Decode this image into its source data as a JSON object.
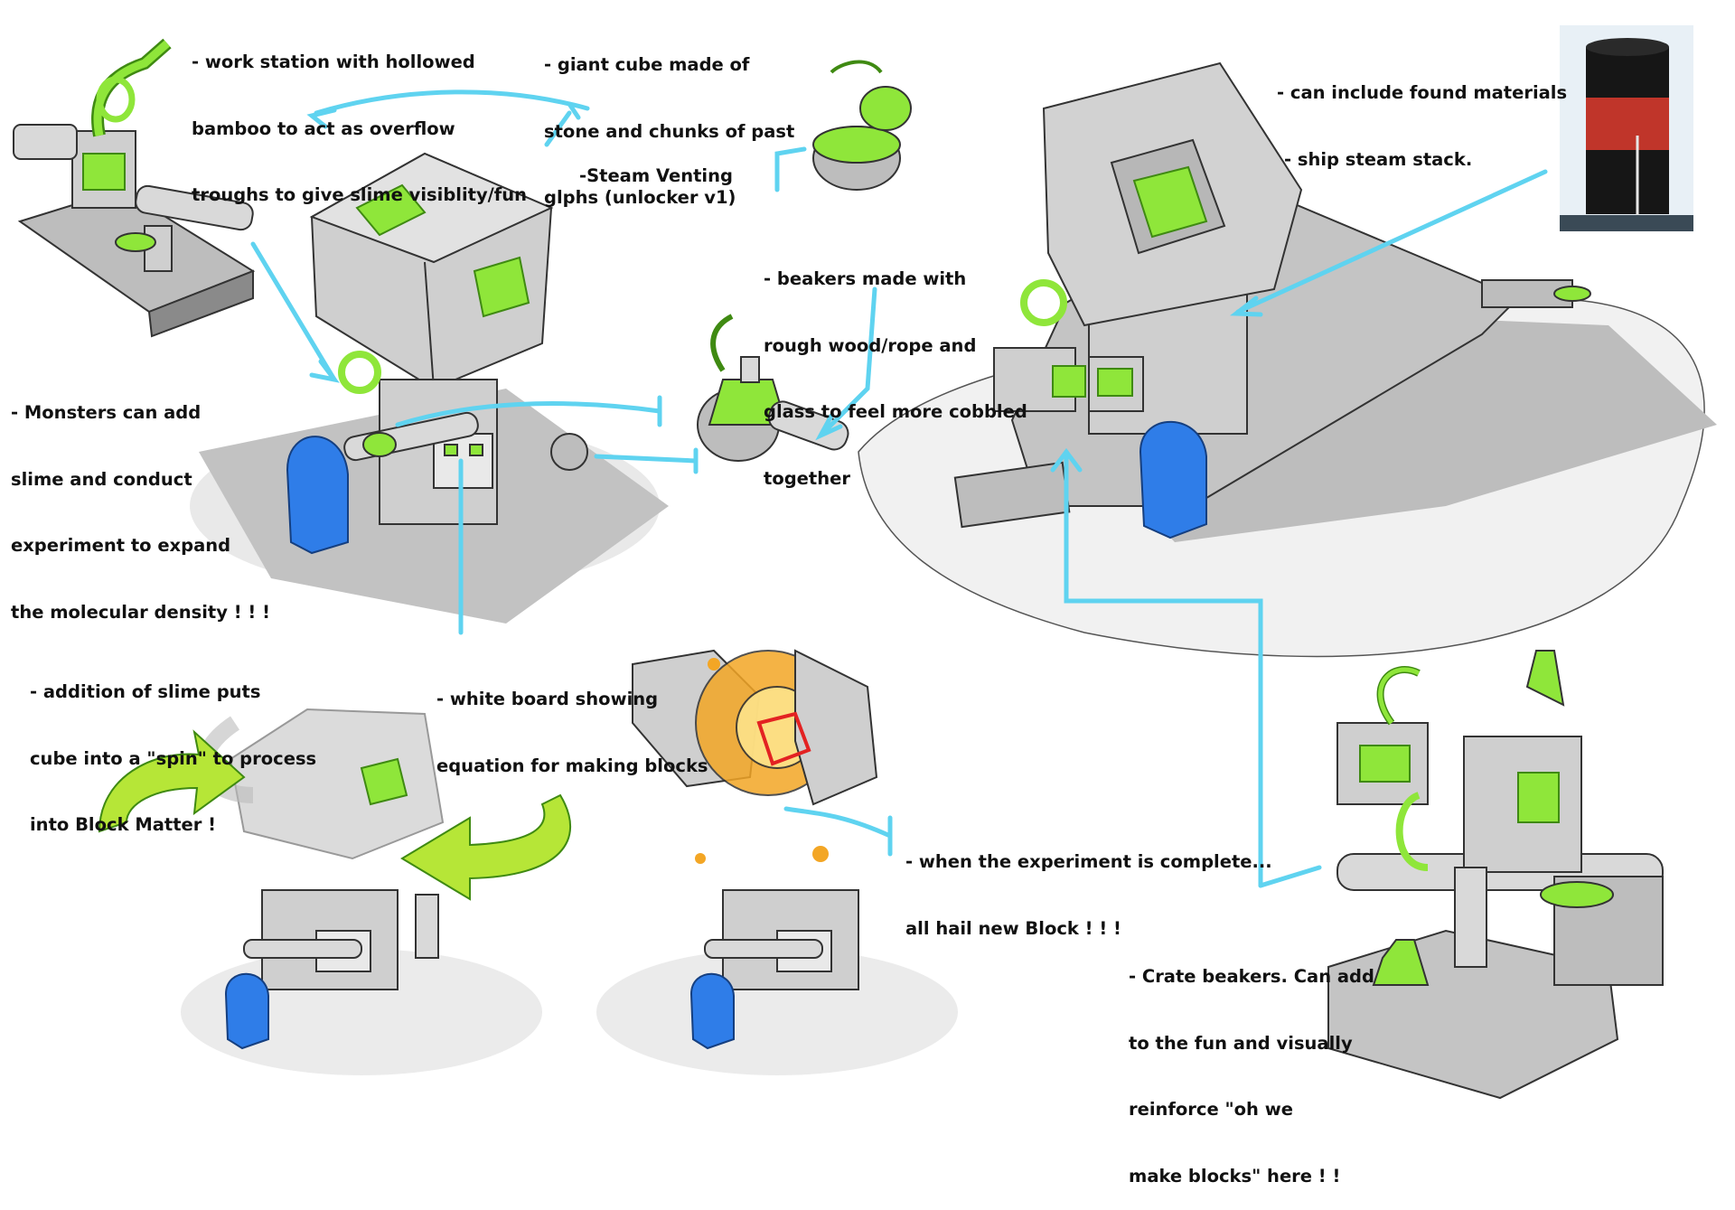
{
  "notes": {
    "workstation": [
      "- work station with hollowed",
      "bamboo to act as overflow",
      "troughs to give slime visiblity/fun"
    ],
    "giant_cube": [
      "- giant cube made of",
      "stone and chunks of past",
      "glphs (unlocker v1)"
    ],
    "steam": [
      "-Steam Venting"
    ],
    "beakers": [
      "- beakers made with",
      "rough wood/rope and",
      "glass to feel more cobbled",
      "together"
    ],
    "found_materials": [
      "- can include found materials",
      "- ship steam stack."
    ],
    "monsters": [
      "- Monsters can add",
      "slime and conduct",
      "experiment to expand",
      "the molecular density ! ! !"
    ],
    "spin": [
      "- addition of slime puts",
      "cube into a \"spin\" to process",
      "into Block Matter !"
    ],
    "whiteboard": [
      "- white board showing",
      "equation for making blocks"
    ],
    "complete": [
      "- when the experiment is complete...",
      "all hail new Block ! ! !"
    ],
    "crate": [
      "- Crate beakers. Can add",
      "to the fun and visually",
      "reinforce \"oh we",
      "make blocks\" here ! !"
    ]
  },
  "palette": {
    "slime": "#8fe63a",
    "slime_dark": "#3f8a12",
    "stone": "#c9c9c9",
    "stone_dark": "#8a8a8a",
    "shadow": "#b9b9b9",
    "ground": "#e9e9e9",
    "arrow": "#5fd3f0",
    "monster": "#2f7de8",
    "spin_arrow": "#b6e637",
    "burst": "#f3a625",
    "new_block": "#e32222",
    "stack_red": "#c0352a",
    "stack_black": "#161616"
  }
}
